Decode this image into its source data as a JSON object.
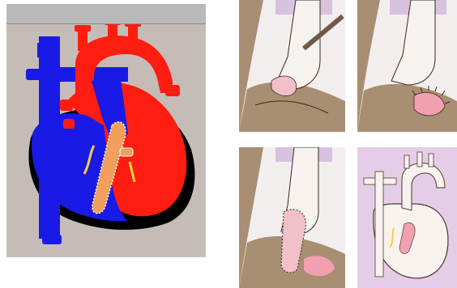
{
  "figure": {
    "panels": [
      "main-heart-diagram",
      "surgical-step-1",
      "surgical-step-2",
      "surgical-step-3",
      "repaired-heart-overview"
    ]
  },
  "colors": {
    "main_background": "#c6bcb7",
    "header_bar": "#b9b9b9",
    "oxygenated_red": "#ff1d12",
    "deoxygenated_blue": "#1a1ae6",
    "myocardium_black": "#000000",
    "patch_orange": "#f0a05a",
    "conduction_yellow": "#f0d23c",
    "tissue_brown": "#a88e72",
    "patch_pink": "#f2a0b0",
    "overview_background": "#e6cde7"
  },
  "icons": [
    "heart-diagram-icon",
    "aorta-icon",
    "vena-cava-icon",
    "ventricular-patch-icon",
    "suture-line-icon"
  ]
}
